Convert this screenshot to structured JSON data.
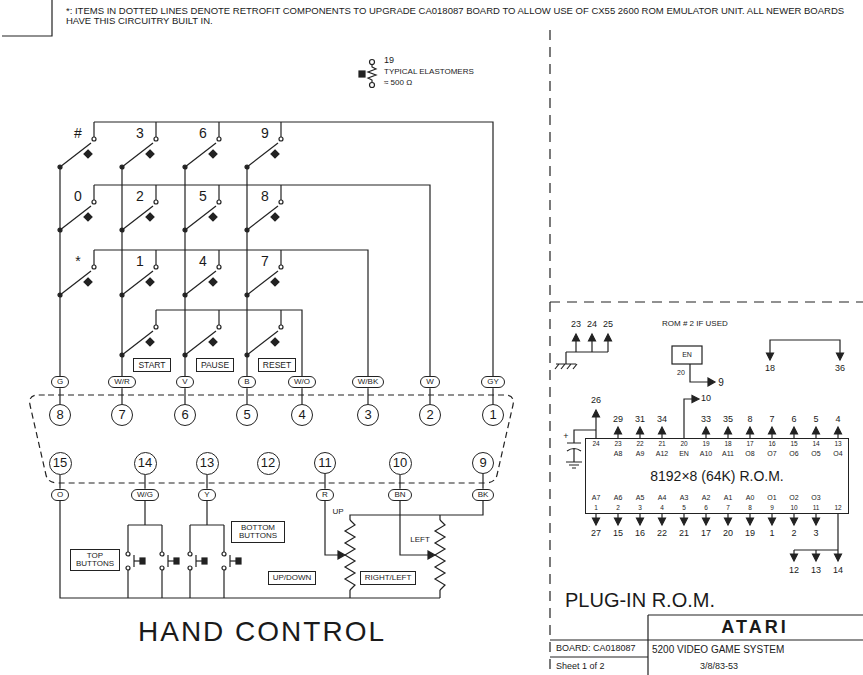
{
  "diagram": {
    "nodes": [
      {
        "text": [
          "8"
        ]
      },
      {
        "text": [
          "7"
        ]
      },
      {
        "text": [
          "6"
        ]
      },
      {
        "text": [
          "5"
        ]
      },
      {
        "text": [
          "4"
        ]
      },
      {
        "text": [
          "3"
        ]
      },
      {
        "text": [
          "2"
        ]
      },
      {
        "text": [
          "1"
        ]
      },
      {
        "text": [
          "15"
        ]
      },
      {
        "text": [
          "14"
        ]
      },
      {
        "text": [
          "13"
        ]
      },
      {
        "text": [
          "12"
        ]
      },
      {
        "text": [
          "11"
        ]
      },
      {
        "text": [
          "10"
        ]
      },
      {
        "text": [
          "9"
        ]
      },
      {
        "text": [
          "G"
        ]
      },
      {
        "text": [
          "W/R"
        ]
      },
      {
        "text": [
          "V"
        ]
      },
      {
        "text": [
          "B"
        ]
      },
      {
        "text": [
          "W/O"
        ]
      },
      {
        "text": [
          "W/BK"
        ]
      },
      {
        "text": [
          "W"
        ]
      },
      {
        "text": [
          "GY"
        ]
      },
      {
        "text": [
          "O"
        ]
      },
      {
        "text": [
          "W/G"
        ]
      },
      {
        "text": [
          "Y"
        ]
      },
      {
        "text": [
          "R"
        ]
      },
      {
        "text": [
          "BN"
        ]
      },
      {
        "text": [
          "BK"
        ]
      },
      {
        "text": [
          "START"
        ]
      },
      {
        "text": [
          "PAUSE"
        ]
      },
      {
        "text": [
          "RESET"
        ]
      },
      {
        "text": [
          "TOP BUTTONS"
        ]
      },
      {
        "text": [
          "BOTTOM BUTTONS"
        ]
      },
      {
        "text": [
          "UP/DOWN"
        ]
      },
      {
        "text": [
          "RIGHT/LEFT"
        ]
      },
      {
        "text": [
          "8192×8 (64K) R.O.M."
        ]
      }
    ],
    "edges": [
      {
        "from": 15,
        "to": 0,
        "arrow": "none"
      },
      {
        "from": 16,
        "to": 1,
        "arrow": "none"
      },
      {
        "from": 17,
        "to": 2,
        "arrow": "none"
      },
      {
        "from": 18,
        "to": 3,
        "arrow": "none"
      },
      {
        "from": 19,
        "to": 4,
        "arrow": "none"
      },
      {
        "from": 20,
        "to": 5,
        "arrow": "none"
      },
      {
        "from": 21,
        "to": 6,
        "arrow": "none"
      },
      {
        "from": 22,
        "to": 7,
        "arrow": "none"
      },
      {
        "from": 23,
        "to": 8,
        "arrow": "none"
      },
      {
        "from": 24,
        "to": 9,
        "arrow": "none"
      },
      {
        "from": 25,
        "to": 10,
        "arrow": "none"
      },
      {
        "from": 26,
        "to": 12,
        "arrow": "none"
      },
      {
        "from": 27,
        "to": 13,
        "arrow": "none"
      },
      {
        "from": 28,
        "to": 14,
        "arrow": "none"
      }
    ],
    "labels": [
      "*: ITEMS IN DOTTED LINES DENOTE RETROFIT COMPONENTS TO UPGRADE CA018087 BOARD TO ALLOW USE OF CX55 2600 ROM EMULATOR UNIT. ALL NEWER BOARDS HAVE THIS CIRCUITRY BUILT IN.",
      "#",
      "3",
      "6",
      "9",
      "0",
      "2",
      "5",
      "8",
      "*",
      "1",
      "4",
      "7",
      "19",
      "TYPICAL ELASTOMERS",
      "≈ 500 Ω",
      "UP",
      "LEFT",
      "HAND CONTROL",
      "PLUG-IN R.O.M.",
      "ATARI",
      "BOARD: CA018087",
      "5200 VIDEO GAME SYSTEM",
      "Sheet 1 of 2",
      "3/8/83-53",
      "23",
      "24",
      "25",
      "ROM # 2 IF USED",
      "EN",
      "20",
      "9",
      "18",
      "36",
      "26",
      "29",
      "31",
      "34",
      "10",
      "33",
      "35",
      "8",
      "7",
      "6",
      "5",
      "4",
      "24",
      "23",
      "22",
      "21",
      "20",
      "19",
      "18",
      "17",
      "16",
      "15",
      "14",
      "13",
      "A8",
      "A9",
      "A12",
      "EN",
      "A10",
      "A11",
      "O8",
      "O7",
      "O6",
      "O5",
      "O4",
      "A7",
      "A6",
      "A5",
      "A4",
      "A3",
      "A2",
      "A1",
      "A0",
      "O1",
      "O2",
      "O3",
      "1",
      "2",
      "3",
      "4",
      "5",
      "6",
      "7",
      "8",
      "9",
      "10",
      "11",
      "12",
      "27",
      "15",
      "16",
      "22",
      "21",
      "17",
      "20",
      "19",
      "1",
      "2",
      "3",
      "12",
      "13",
      "14",
      "+"
    ]
  }
}
